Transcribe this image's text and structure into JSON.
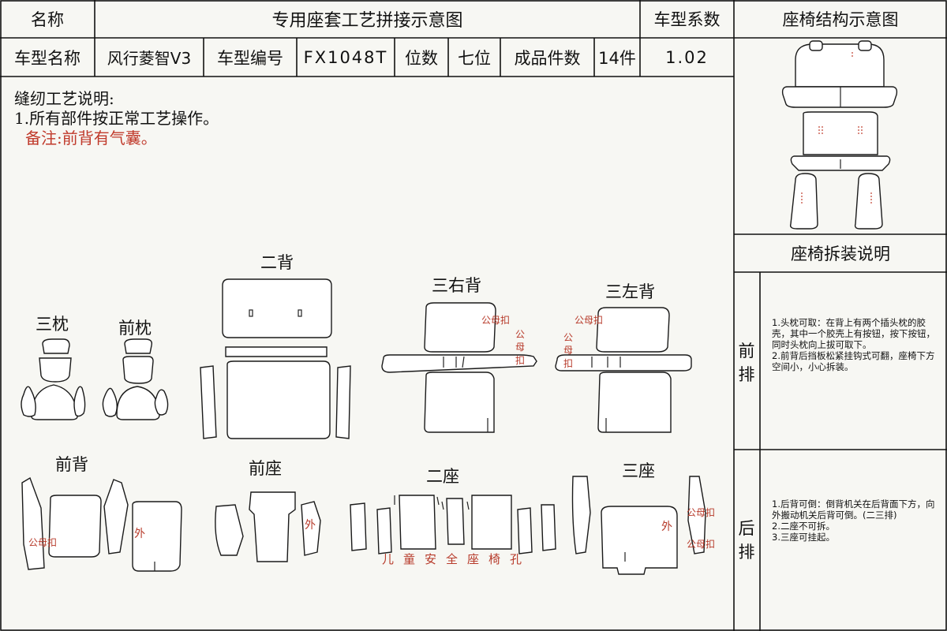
{
  "header": {
    "name_label": "名称",
    "title": "专用座套工艺拼接示意图",
    "coef_label": "车型系数",
    "structure_title": "座椅结构示意图"
  },
  "info_row": {
    "model_label": "车型名称",
    "model_value": "风行菱智V3",
    "code_label": "车型编号",
    "code_value": "FX1048T",
    "seats_label": "位数",
    "seats_value": "七位",
    "pieces_label": "成品件数",
    "pieces_value": "14件",
    "coef_value": "1.02"
  },
  "notes": {
    "heading": "缝纫工艺说明:",
    "line1": "1.所有部件按正常工艺操作。",
    "remark": "备注:前背有气囊。"
  },
  "disassembly": {
    "title": "座椅拆装说明",
    "front_label": "前排",
    "front_text": "1.头枕可取：在背上有两个插头枕的胶壳，其中一个胶壳上有按钮，按下按钮，同时头枕向上拔可取下。\n2.前背后挡板松紧挂钩式可翻，座椅下方空间小，小心拆装。",
    "rear_label": "后排",
    "rear_text": "1.后背可倒：倒背机关在后背面下方，向外搬动机关后背可倒。(二三排)\n2.二座不可拆。\n3.三座可挂起。"
  },
  "pieces": {
    "erbei": "二背",
    "sanzhen": "三枕",
    "qianzhen": "前枕",
    "sanyoubei": "三右背",
    "sanzuobei": "三左背",
    "qianbei": "前背",
    "qianzuo": "前座",
    "erzuo": "二座",
    "sanzuo": "三座"
  },
  "marks": {
    "gongmukou": "公母扣",
    "gong": "公",
    "mu": "母",
    "kou": "扣",
    "wai": "外",
    "child_seat_hole": "儿童安全座椅孔"
  }
}
